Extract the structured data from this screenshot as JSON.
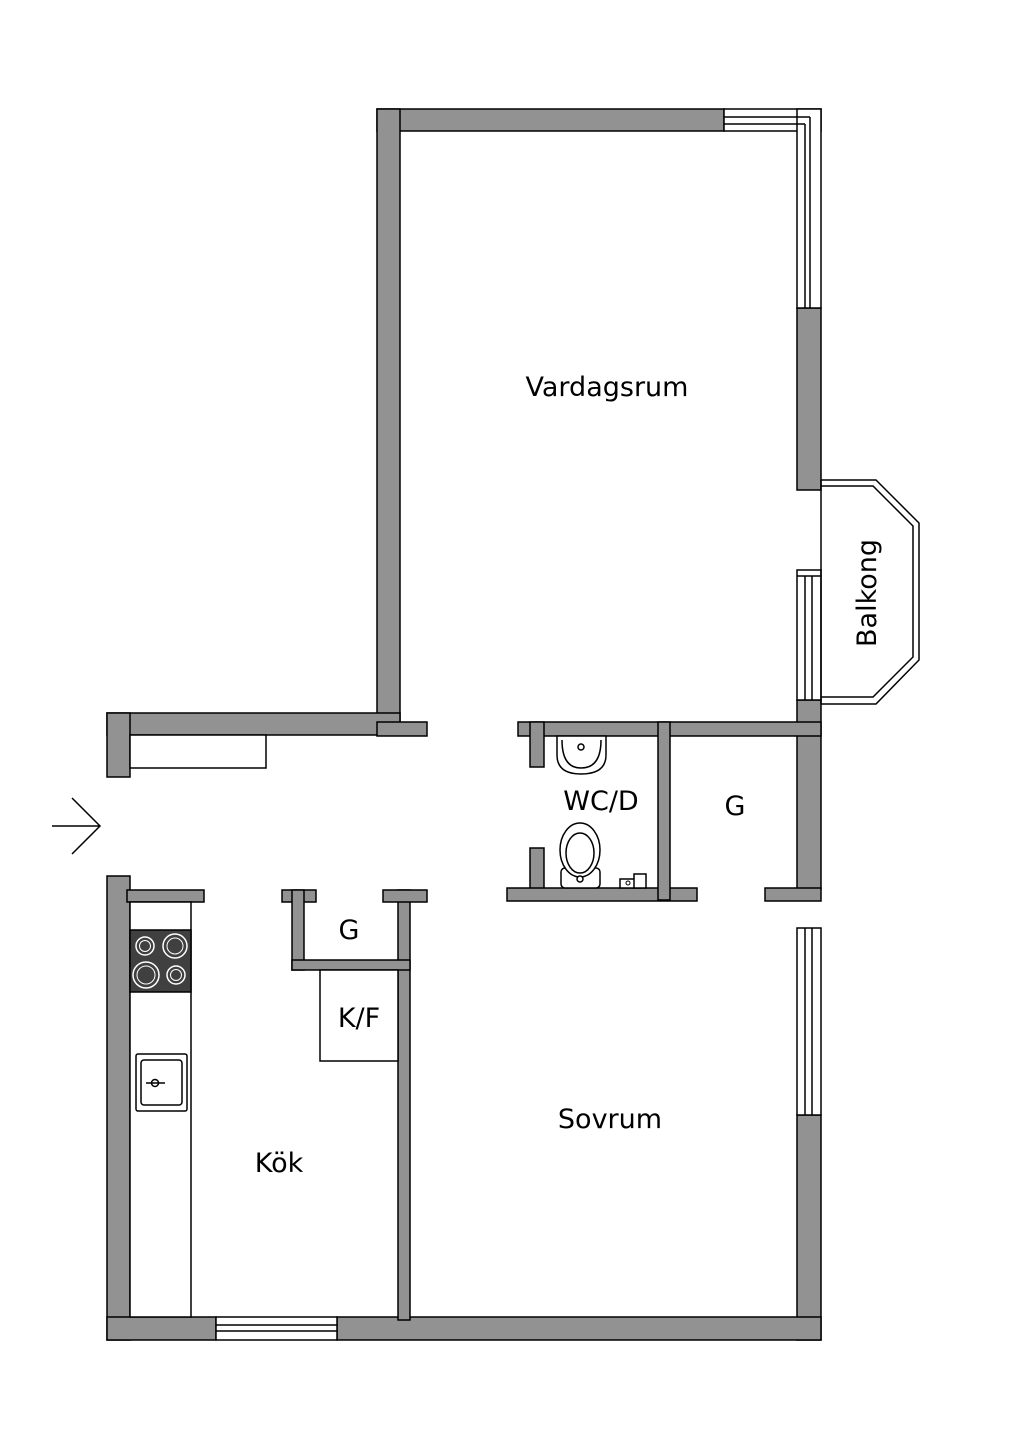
{
  "rooms": {
    "vardagsrum": "Vardagsrum",
    "balkong": "Balkong",
    "wc": "WC/D",
    "g_hall": "G",
    "g_kok": "G",
    "kf": "K/F",
    "kok": "Kök",
    "sovrum": "Sovrum"
  },
  "colors": {
    "wall": "#929292",
    "stove": "#404040",
    "line": "#000000"
  },
  "icons": {
    "entrance": "arrow-right-icon",
    "stove": "stove-icon",
    "sink": "sink-icon",
    "washbasin": "washbasin-icon",
    "toilet": "toilet-icon"
  }
}
